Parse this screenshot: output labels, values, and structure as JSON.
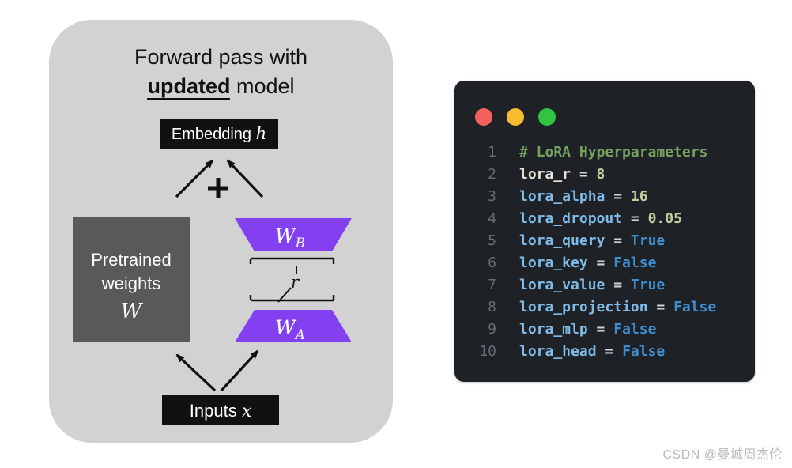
{
  "colors": {
    "panel": "#d2d2d2",
    "box_dark": "#595959",
    "purple": "#8340f0",
    "ink": "#111111",
    "code_bg": "#1e2126",
    "comment": "#76a25f",
    "var_blue": "#7fbbe8",
    "bool_blue": "#3d8fd2",
    "num_green": "#bccf9c",
    "plain": "#e6e3d8",
    "op_gray": "#d0d3d6",
    "ln_gray": "#676d73",
    "watermark": "#b9b9b9",
    "light_red": "#f4615c",
    "light_yellow": "#f7bd2f",
    "light_green": "#30c440"
  },
  "diagram": {
    "title_line1": "Forward pass with",
    "title_line2_bold": "updated",
    "title_line2_rest": " model",
    "embedding_label": "Embedding ",
    "embedding_var": "h",
    "plus": "+",
    "pretrained_line1": "Pretrained",
    "pretrained_line2": "weights",
    "pretrained_var": "W",
    "wb_base": "W",
    "wb_sub": "B",
    "rank_label": "r",
    "wa_base": "W",
    "wa_sub": "A",
    "inputs_label": "Inputs ",
    "inputs_var": "x"
  },
  "code_window": {
    "lines": [
      {
        "num": "1",
        "segments": [
          {
            "cls": "comment",
            "text": "# LoRA Hyperparameters"
          }
        ]
      },
      {
        "num": "2",
        "segments": [
          {
            "cls": "plain",
            "text": "lora_r"
          },
          {
            "cls": "op",
            "text": " = "
          },
          {
            "cls": "num",
            "text": "8"
          }
        ]
      },
      {
        "num": "3",
        "segments": [
          {
            "cls": "var",
            "text": "lora_alpha"
          },
          {
            "cls": "op",
            "text": " = "
          },
          {
            "cls": "num",
            "text": "16"
          }
        ]
      },
      {
        "num": "4",
        "segments": [
          {
            "cls": "var",
            "text": "lora_dropout"
          },
          {
            "cls": "op",
            "text": " = "
          },
          {
            "cls": "num",
            "text": "0.05"
          }
        ]
      },
      {
        "num": "5",
        "segments": [
          {
            "cls": "var",
            "text": "lora_query"
          },
          {
            "cls": "op",
            "text": " = "
          },
          {
            "cls": "bool",
            "text": "True"
          }
        ]
      },
      {
        "num": "6",
        "segments": [
          {
            "cls": "var",
            "text": "lora_key"
          },
          {
            "cls": "op",
            "text": " = "
          },
          {
            "cls": "bool",
            "text": "False"
          }
        ]
      },
      {
        "num": "7",
        "segments": [
          {
            "cls": "var",
            "text": "lora_value"
          },
          {
            "cls": "op",
            "text": " = "
          },
          {
            "cls": "bool",
            "text": "True"
          }
        ]
      },
      {
        "num": "8",
        "segments": [
          {
            "cls": "var",
            "text": "lora_projection"
          },
          {
            "cls": "op",
            "text": " = "
          },
          {
            "cls": "bool",
            "text": "False"
          }
        ]
      },
      {
        "num": "9",
        "segments": [
          {
            "cls": "var",
            "text": "lora_mlp"
          },
          {
            "cls": "op",
            "text": " = "
          },
          {
            "cls": "bool",
            "text": "False"
          }
        ]
      },
      {
        "num": "10",
        "segments": [
          {
            "cls": "var",
            "text": "lora_head"
          },
          {
            "cls": "op",
            "text": " = "
          },
          {
            "cls": "bool",
            "text": "False"
          }
        ]
      }
    ]
  },
  "watermark": "CSDN @曼城周杰伦"
}
